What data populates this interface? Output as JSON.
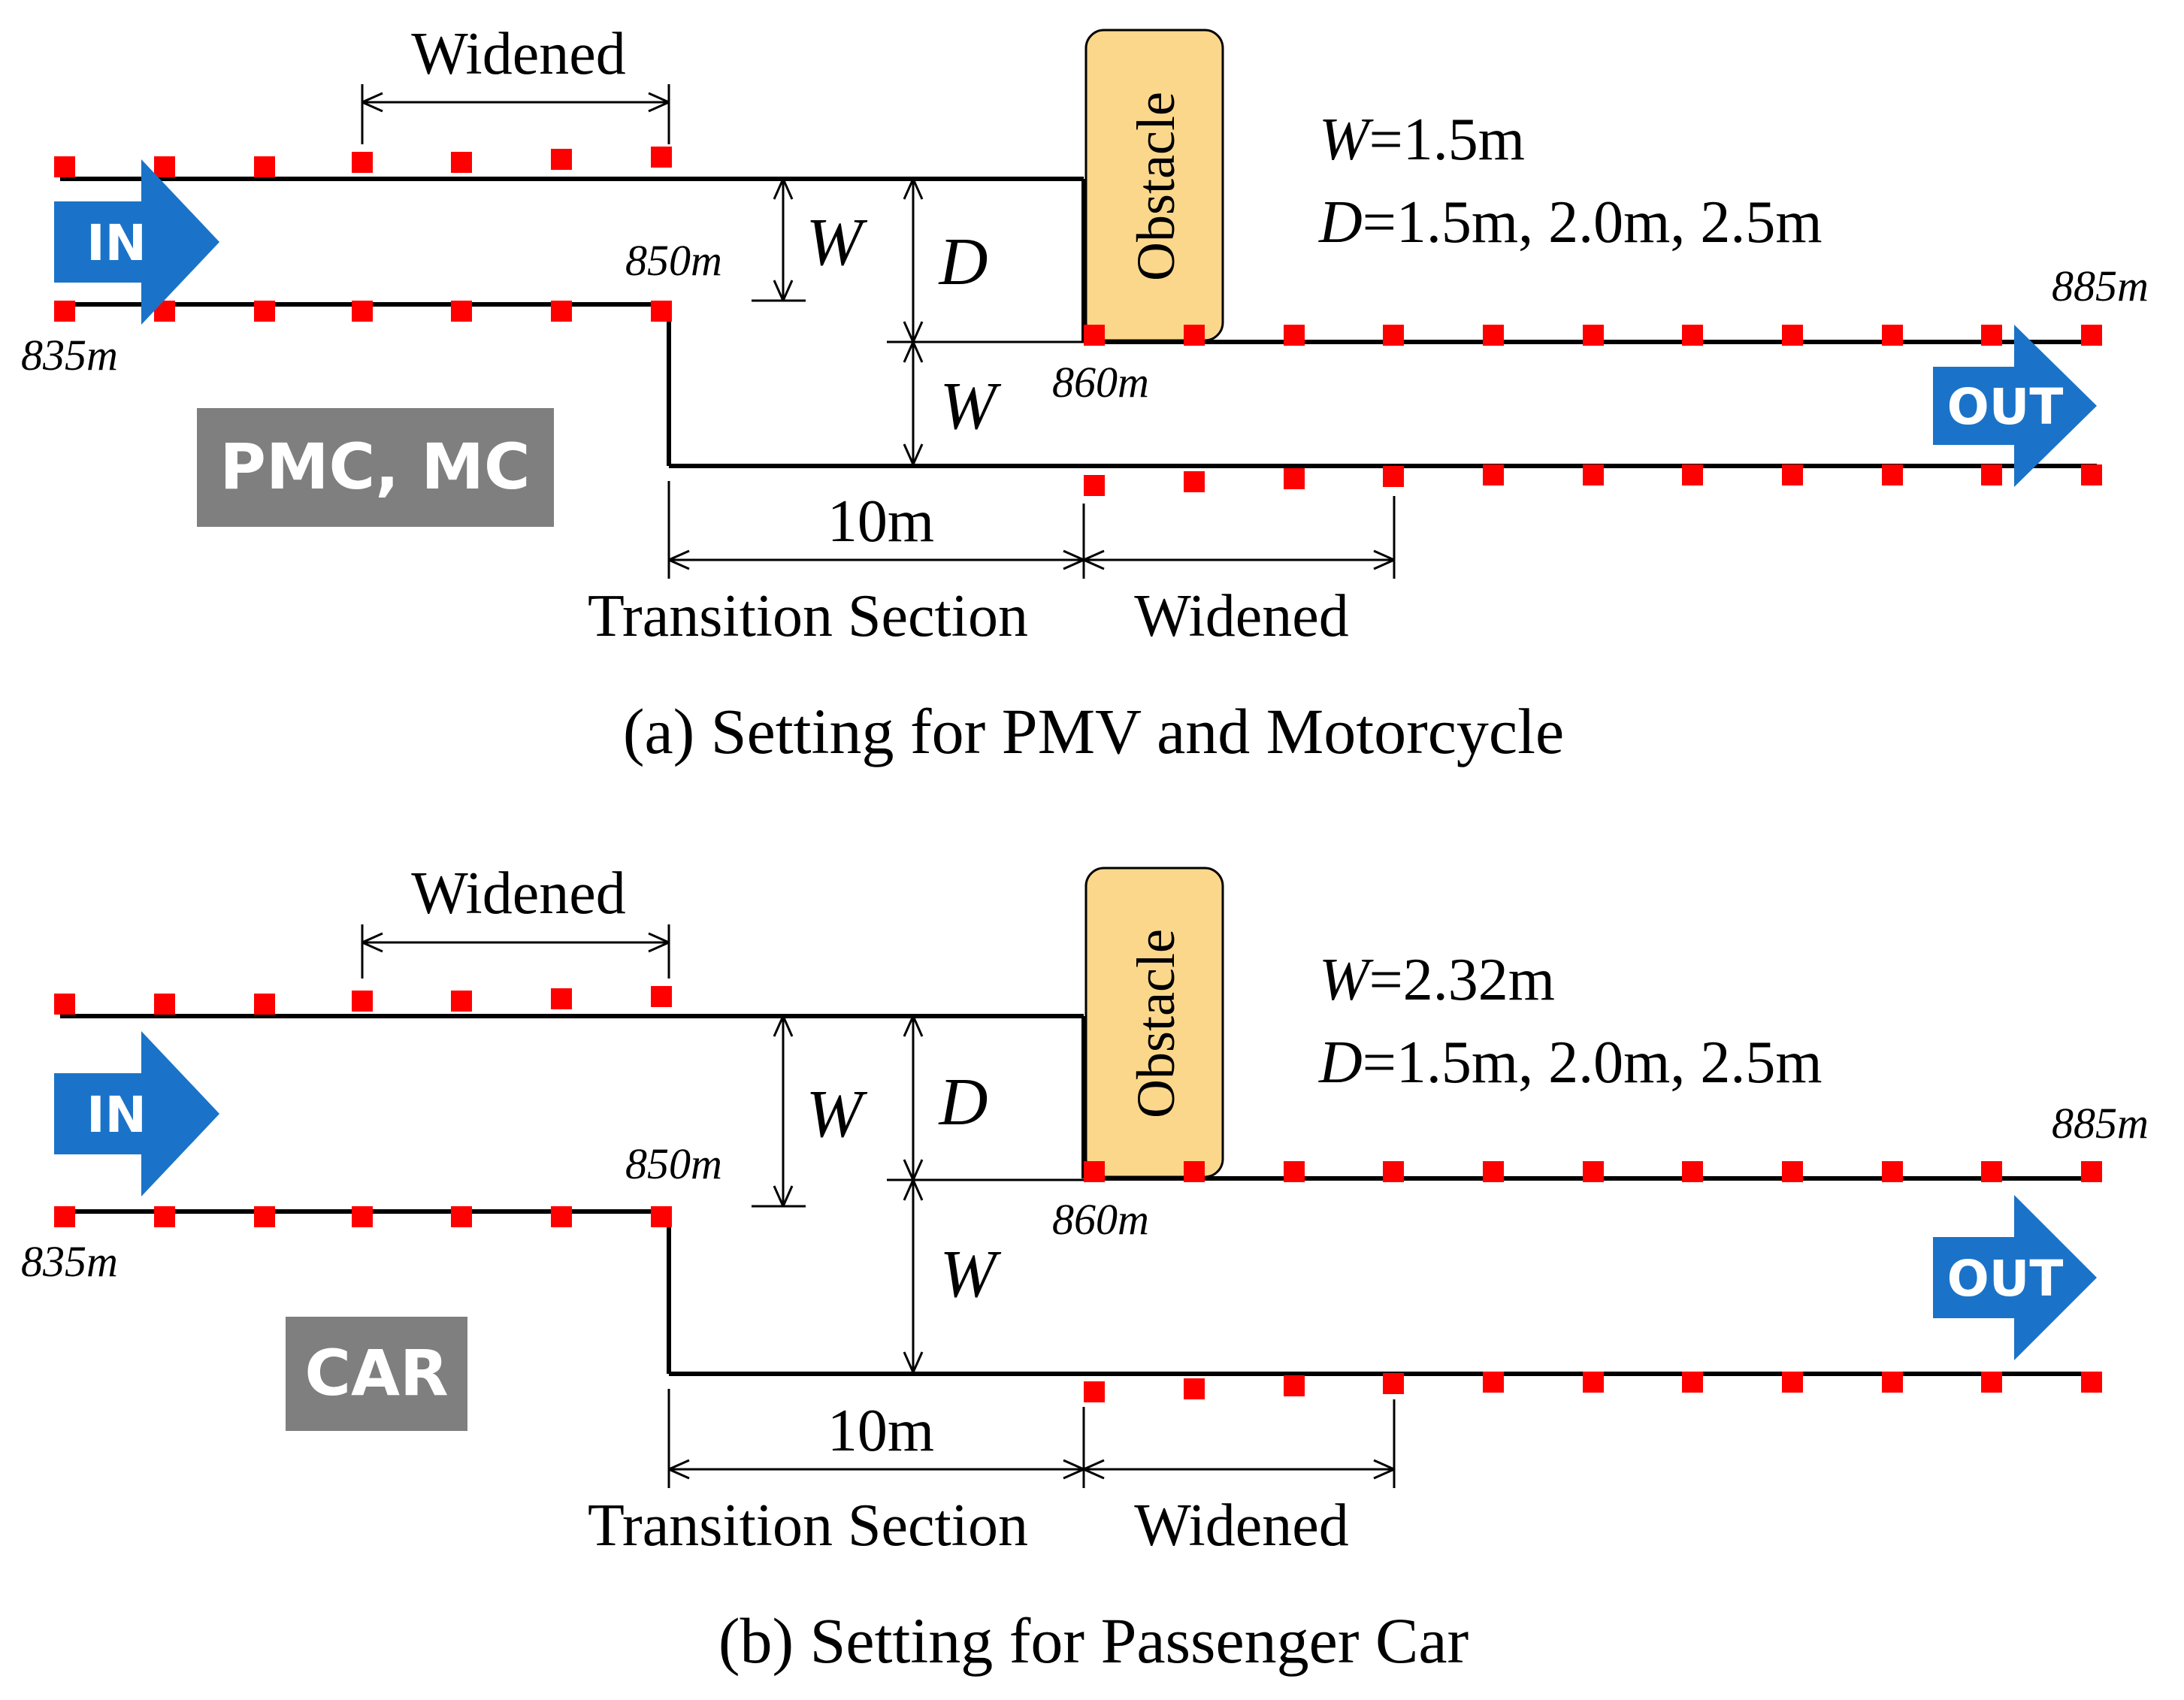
{
  "panel_a": {
    "caption": "(a) Setting for PMV and Motorcycle",
    "widened_top": "Widened",
    "widened_bottom": "Widened",
    "transition": "Transition Section",
    "ten_m": "10m",
    "w_label_left": "W",
    "d_label": "D",
    "w_label_right": "W",
    "obstacle": "Obstacle",
    "params_w_var": "W",
    "params_w_value": "=1.5m",
    "params_d_var": "D",
    "params_d_value": "=1.5m, 2.0m, 2.5m",
    "loc_835": "835m",
    "loc_850": "850m",
    "loc_860": "860m",
    "loc_885": "885m",
    "in_label": "IN",
    "out_label": "OUT",
    "vehicle_badge": "PMC, MC"
  },
  "panel_b": {
    "caption": "(b) Setting for Passenger Car",
    "widened_top": "Widened",
    "widened_bottom": "Widened",
    "transition": "Transition Section",
    "ten_m": "10m",
    "w_label_left": "W",
    "d_label": "D",
    "w_label_right": "W",
    "obstacle": "Obstacle",
    "params_w_var": "W",
    "params_w_value": "=2.32m",
    "params_d_var": "D",
    "params_d_value": "=1.5m, 2.0m, 2.5m",
    "loc_835": "835m",
    "loc_850": "850m",
    "loc_860": "860m",
    "loc_885": "885m",
    "in_label": "IN",
    "out_label": "OUT",
    "vehicle_badge": "CAR"
  },
  "colors": {
    "marker": "#ff0000",
    "arrow": "#1a73c8",
    "badge": "#7f7f7f",
    "obstacle_fill": "#fbd78c",
    "line": "#000000"
  }
}
